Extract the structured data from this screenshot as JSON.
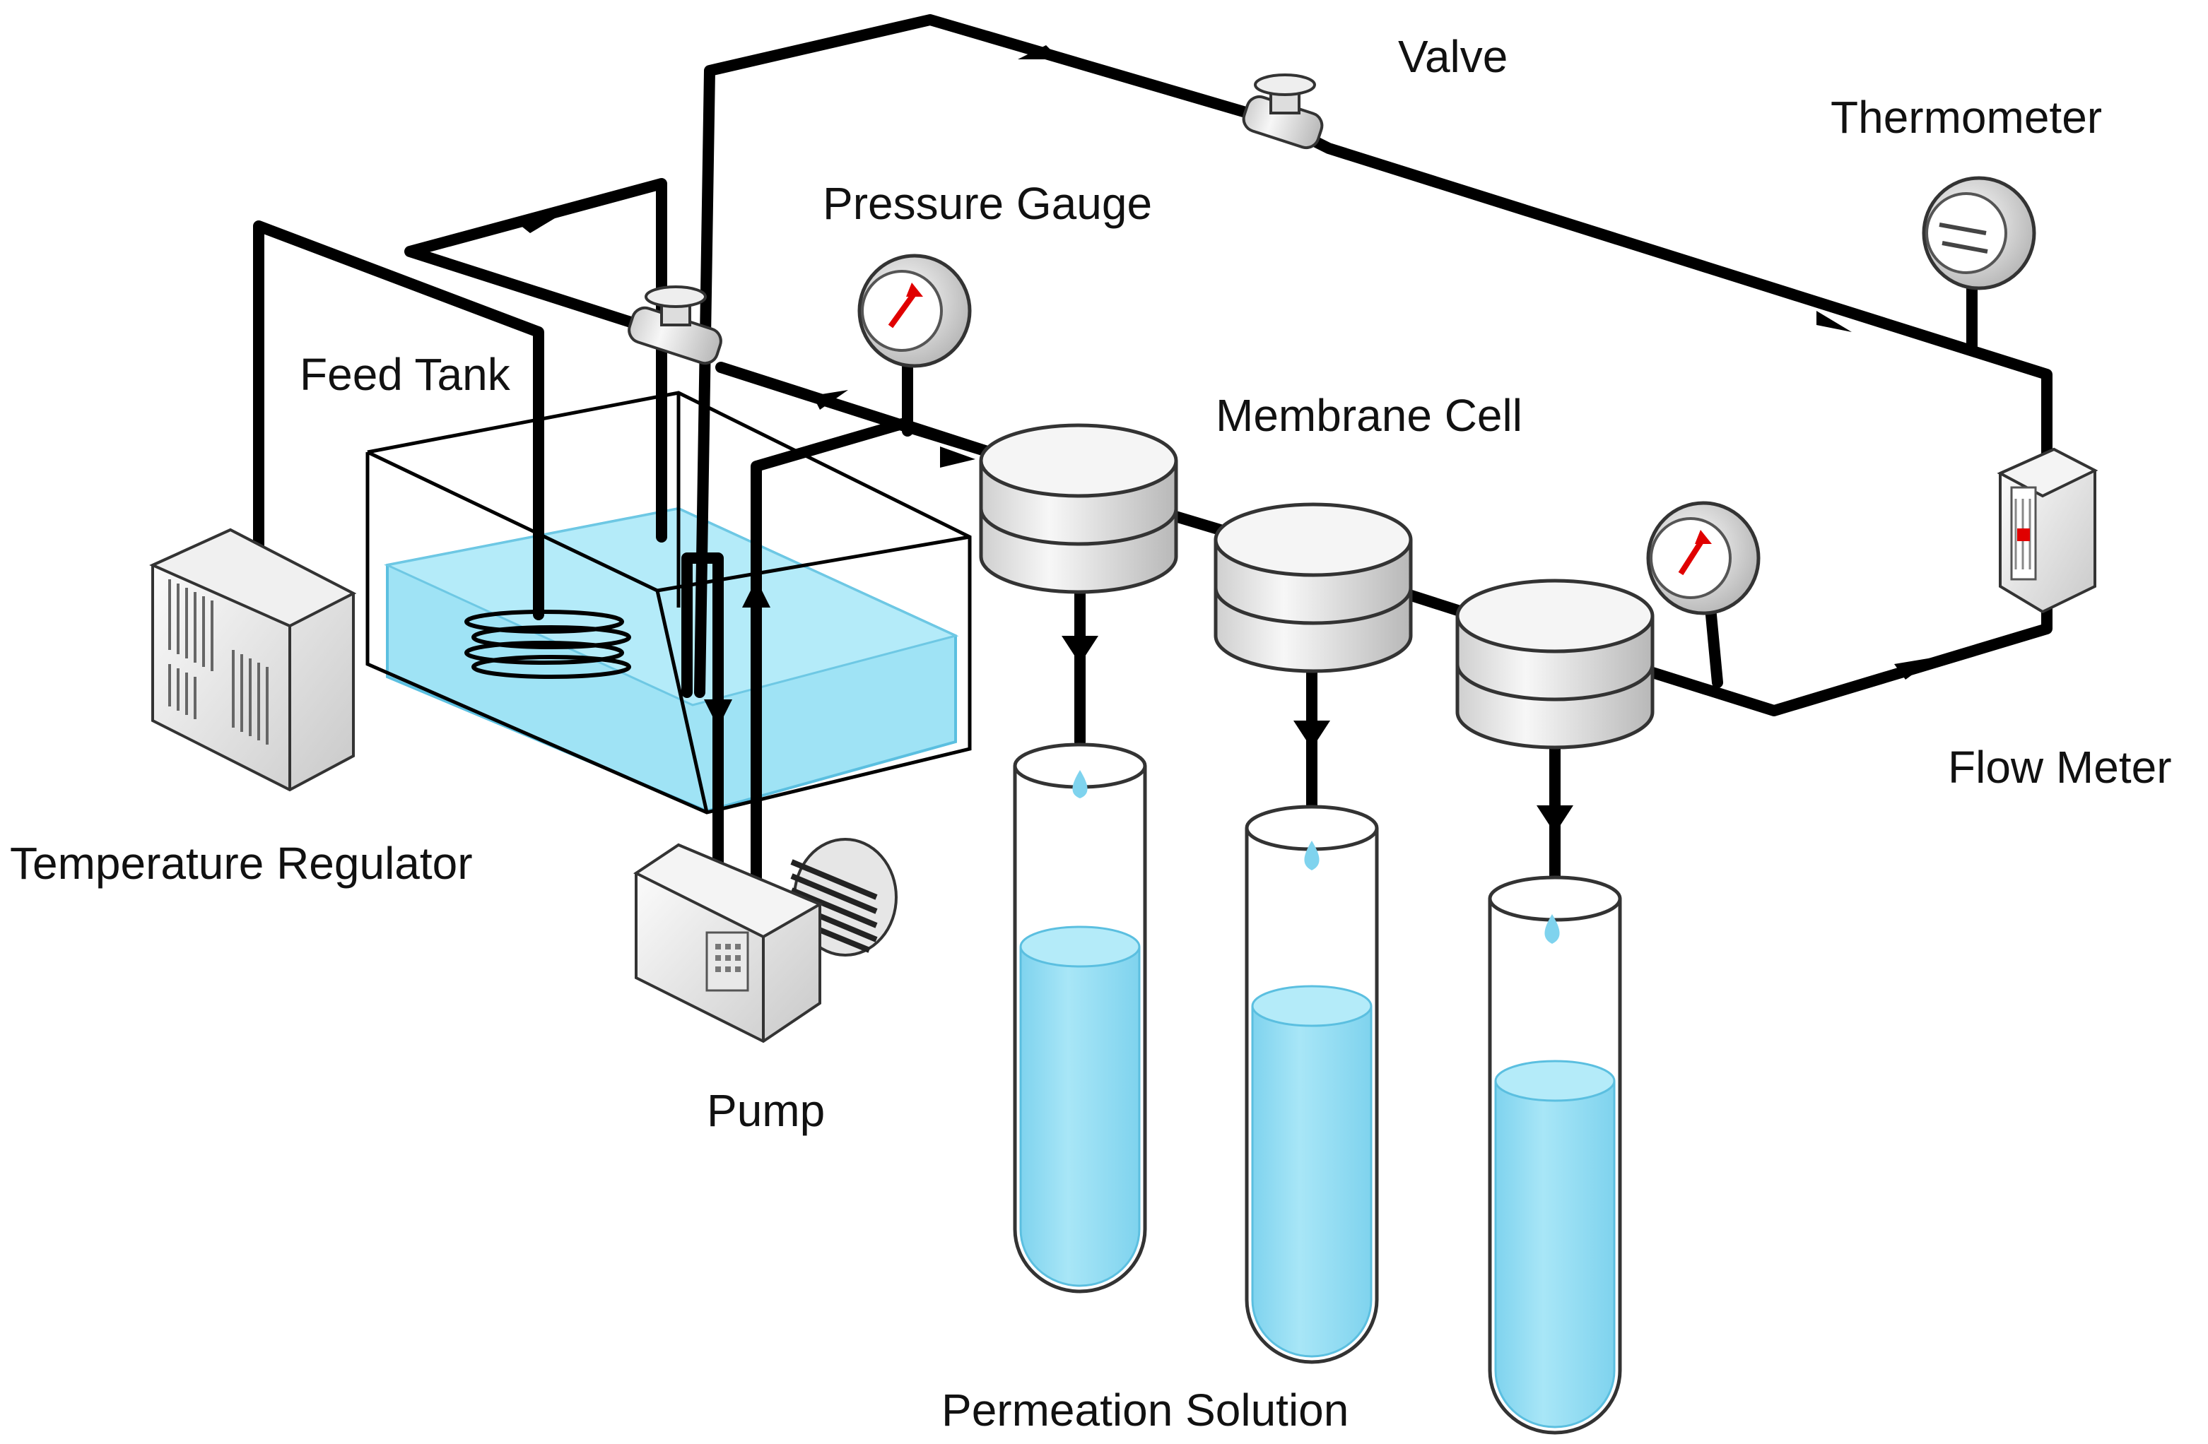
{
  "labels": {
    "valve": "Valve",
    "thermometer": "Thermometer",
    "pressure_gauge": "Pressure Gauge",
    "feed_tank": "Feed Tank",
    "membrane_cell": "Membrane Cell",
    "temperature_regulator": "Temperature Regulator",
    "flow_meter": "Flow Meter",
    "pump": "Pump",
    "permeation_solution": "Permeation Solution"
  },
  "colors": {
    "pipe": "#000000",
    "water": "#9fe3f5",
    "water_edge": "#5bbfe0",
    "device_light": "#f2f2f2",
    "device_dark": "#bdbdbd",
    "gauge_needle": "#e00000",
    "flow_meter_marker": "#e00000"
  },
  "icons": [
    "valve-icon",
    "pressure-gauge-icon",
    "thermometer-icon",
    "flow-meter-icon",
    "pump-icon",
    "temperature-regulator-icon",
    "membrane-cell-icon",
    "heating-coil-icon",
    "test-tube-icon"
  ]
}
